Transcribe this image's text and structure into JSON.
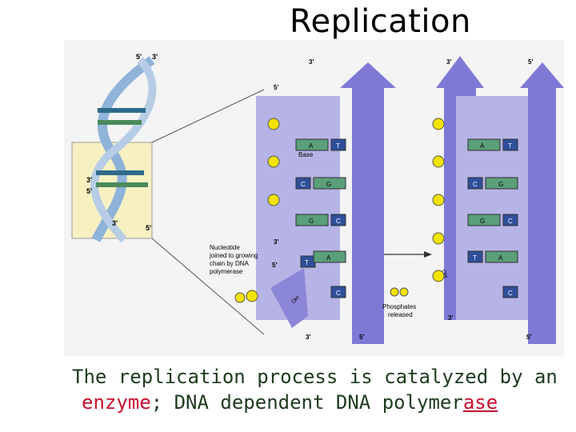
{
  "title": "Replication",
  "figure": {
    "helix_labels": {
      "top_5": "5'",
      "top_3": "3'",
      "left_3": "3'",
      "left_5": "5'",
      "bottom_3": "3'",
      "bottom_5": "5'"
    },
    "left_panel": {
      "top_3": "3'",
      "top_5": "5'",
      "bottom_3": "3'",
      "bottom_5": "5'",
      "base_label": "Base",
      "nucleotide_label": [
        "Nucleotide",
        "joined to growing",
        "chain by DNA",
        "polymerase"
      ],
      "three_prime_side": "3'",
      "five_prime_side": "5'",
      "oh_label": "OH",
      "pairs": [
        {
          "left": "A",
          "right": "T"
        },
        {
          "left": "C",
          "right": "G"
        },
        {
          "left": "G",
          "right": "C"
        },
        {
          "left": "T",
          "right": "A"
        },
        {
          "left": "",
          "right": "C"
        }
      ]
    },
    "right_panel": {
      "top_3": "3'",
      "top_5": "5'",
      "bottom_3": "3'",
      "bottom_5": "5'",
      "oh_label": "OH",
      "phosphates_label": [
        "Phosphates",
        "released"
      ],
      "pairs": [
        {
          "left": "A",
          "right": "T"
        },
        {
          "left": "C",
          "right": "G"
        },
        {
          "left": "G",
          "right": "C"
        },
        {
          "left": "T",
          "right": "A"
        },
        {
          "left": "",
          "right": "C"
        }
      ]
    }
  },
  "caption": {
    "line1": "The replication process is catalyzed by an",
    "line2_enzyme": "enzyme",
    "line2_mid": "; DNA dependent DNA polymer",
    "line2_ase": "ase"
  }
}
